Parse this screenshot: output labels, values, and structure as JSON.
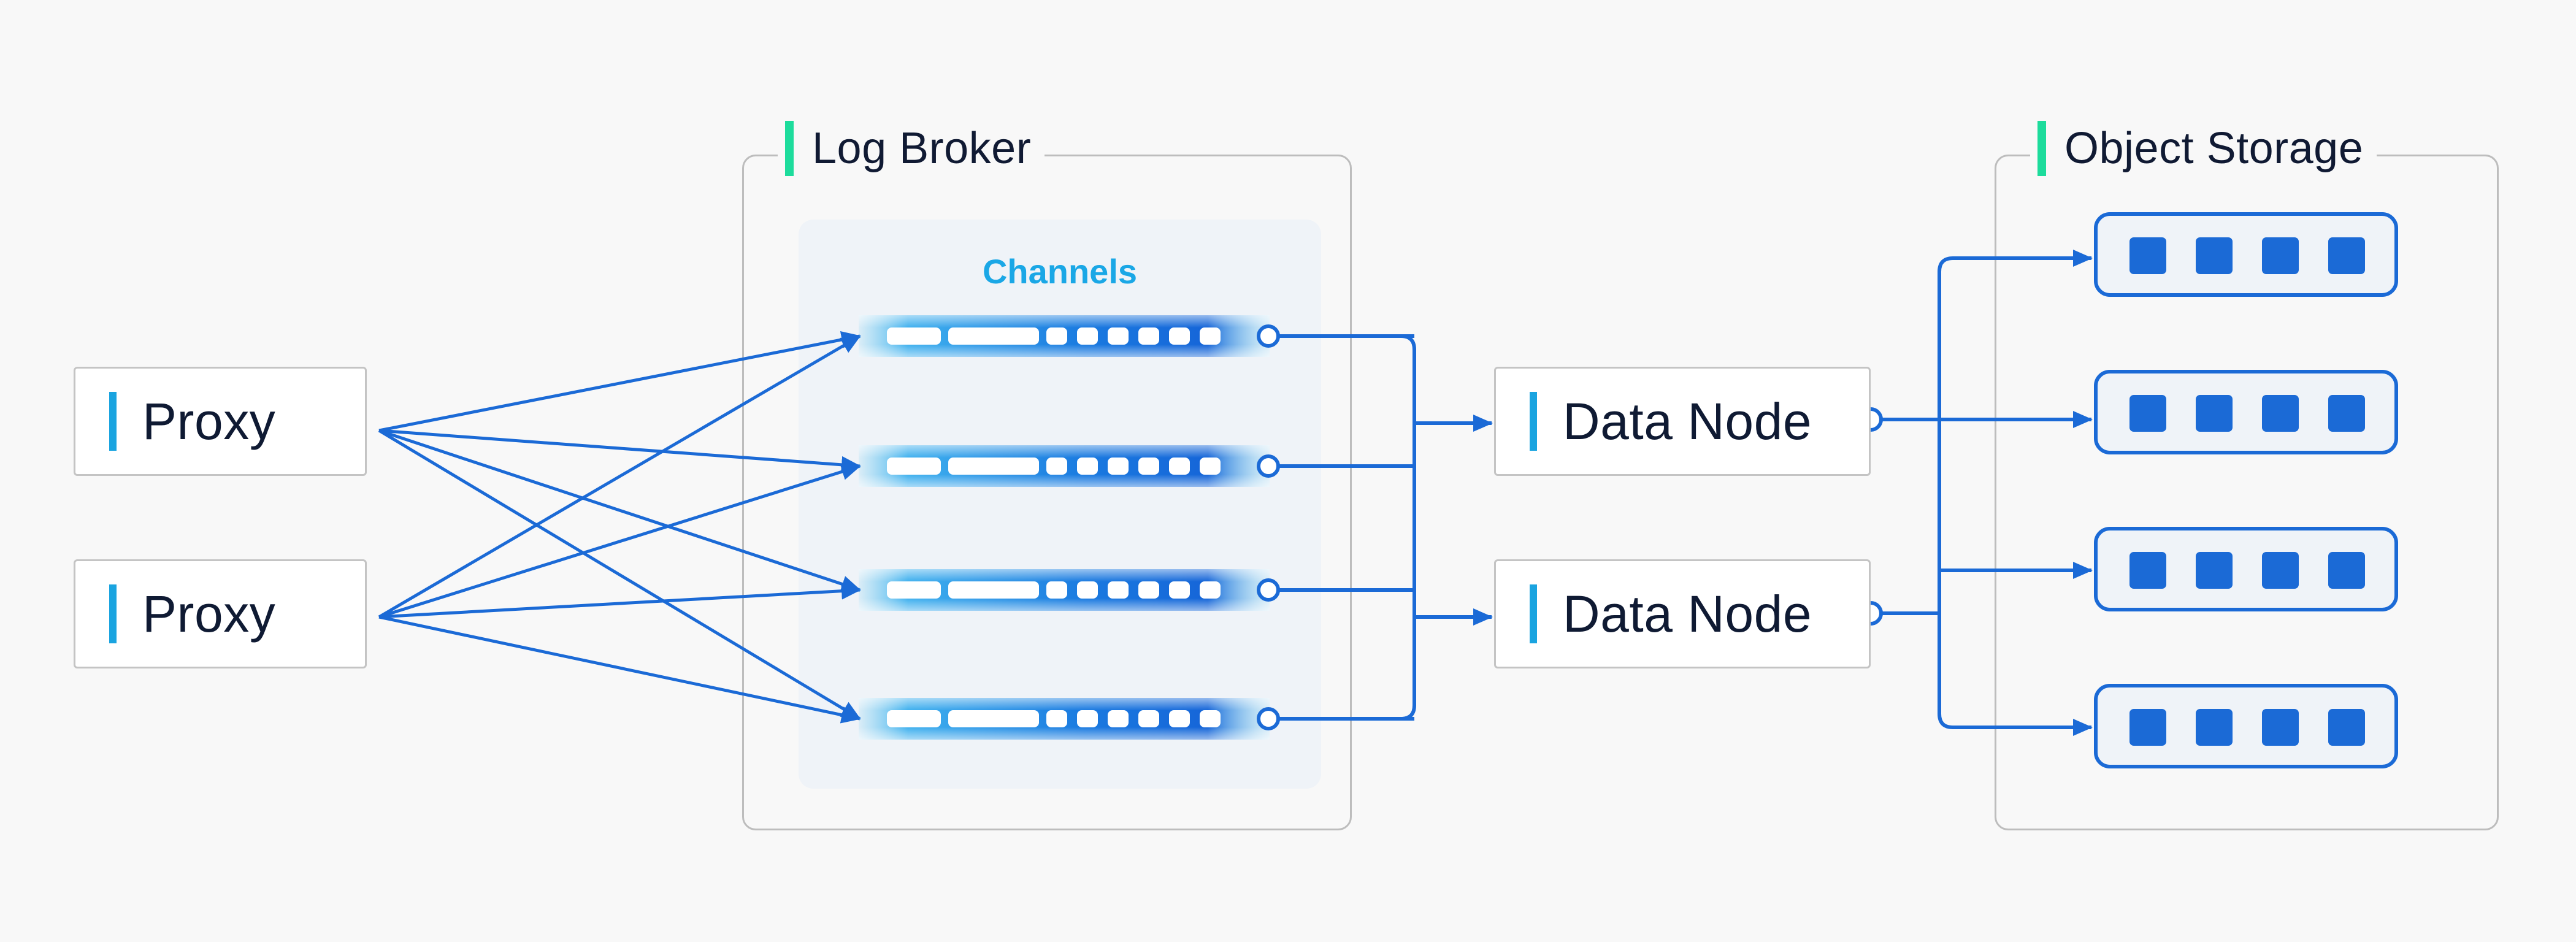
{
  "diagram": {
    "proxies": [
      {
        "label": "Proxy"
      },
      {
        "label": "Proxy"
      }
    ],
    "log_broker": {
      "title": "Log Broker",
      "channels_title": "Channels",
      "channel_count": 4
    },
    "data_nodes": [
      {
        "label": "Data Node"
      },
      {
        "label": "Data Node"
      }
    ],
    "object_storage": {
      "title": "Object Storage",
      "bucket_count": 4,
      "blocks_per_bucket": 4
    }
  },
  "colors": {
    "wire": "#1b6ad6",
    "group_accent": "#1ddc9c",
    "node_accent": "#1aa4e0",
    "channels_title": "#1aa7e6",
    "channel_bar_core": "#1565d8",
    "channel_bar_edge": "#63c8f2"
  }
}
